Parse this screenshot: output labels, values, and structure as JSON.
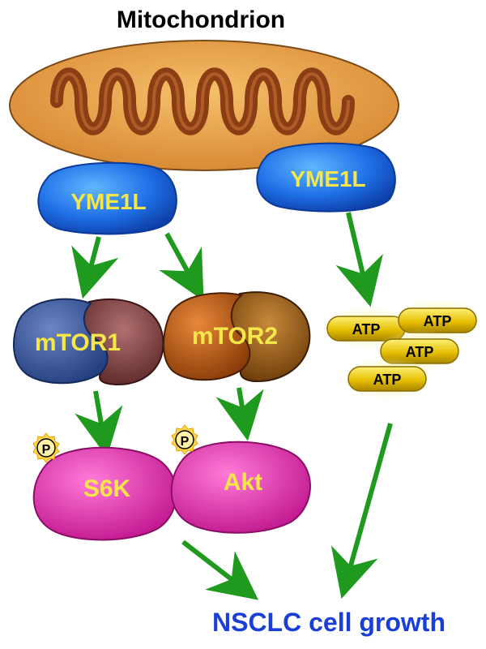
{
  "title": "Mitochondrion",
  "proteins": {
    "yme1l_left": "YME1L",
    "yme1l_right": "YME1L",
    "mtor1": "mTOR1",
    "mtor2": "mTOR2",
    "s6k": "S6K",
    "akt": "Akt"
  },
  "phospho_label": "P",
  "atp_labels": [
    "ATP",
    "ATP",
    "ATP",
    "ATP"
  ],
  "outcome": "NSCLC cell growth",
  "colors": {
    "arrow": "#1f9a1f",
    "outcome_text": "#1a3fd6",
    "label_yellow": "#f5e64a",
    "mito_outer": "#e8a24a",
    "mito_inner": "#8b3d14",
    "yme1l_blue": "#1f6fe6",
    "mtor1_blue": "#3a5aa0",
    "mtor1_red": "#8c4a48",
    "mtor2_orange": "#c86414",
    "mtor2_brown": "#9a5212",
    "kinase_pink": "#e040b0",
    "atp_gold": "#e6c000"
  }
}
